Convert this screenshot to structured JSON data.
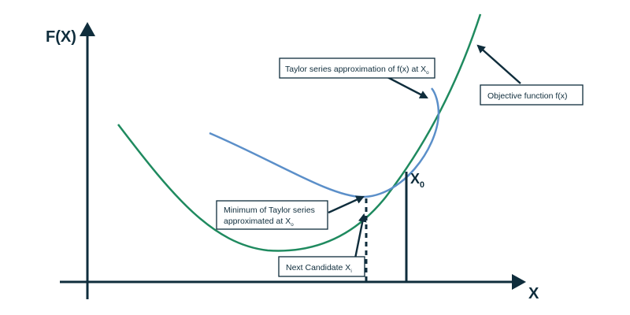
{
  "axes": {
    "y_label": "F(X)",
    "x_label": "X"
  },
  "markers": {
    "x0": {
      "base": "X",
      "sub": "0"
    }
  },
  "callouts": {
    "taylor": {
      "text": "Taylor series approximation of f(x) at X",
      "sub": "o"
    },
    "objective": {
      "text": "Objective function f(x)"
    },
    "minimum": {
      "line1": "Minimum of Taylor series",
      "line2": "approximated at X",
      "sub": "o"
    },
    "next": {
      "text": "Next Candidate X",
      "sub": "i"
    }
  },
  "colors": {
    "axis": "#0f2d3c",
    "objective_curve": "#1f8a5f",
    "taylor_curve": "#5b8fc9"
  }
}
